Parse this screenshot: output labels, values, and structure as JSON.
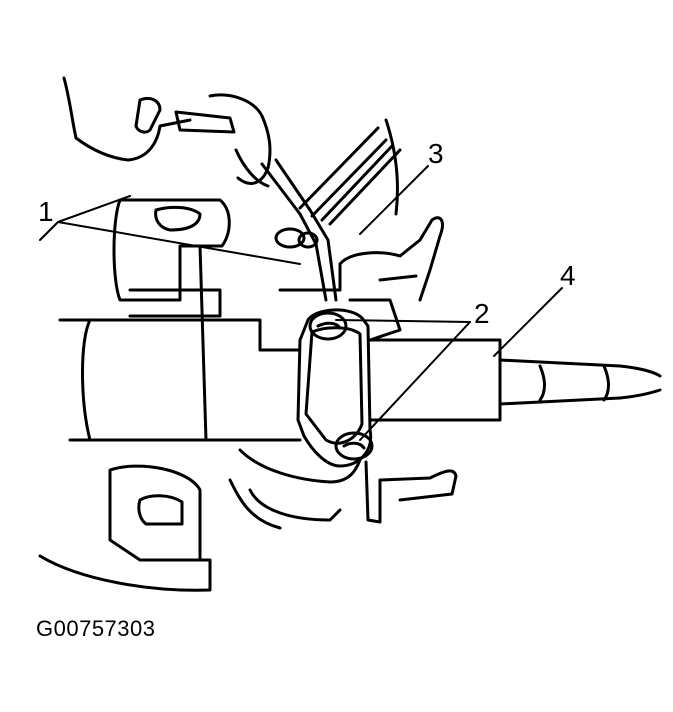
{
  "callouts": {
    "c1": "1",
    "c2": "2",
    "c3": "3",
    "c4": "4"
  },
  "caption": "G00757303"
}
